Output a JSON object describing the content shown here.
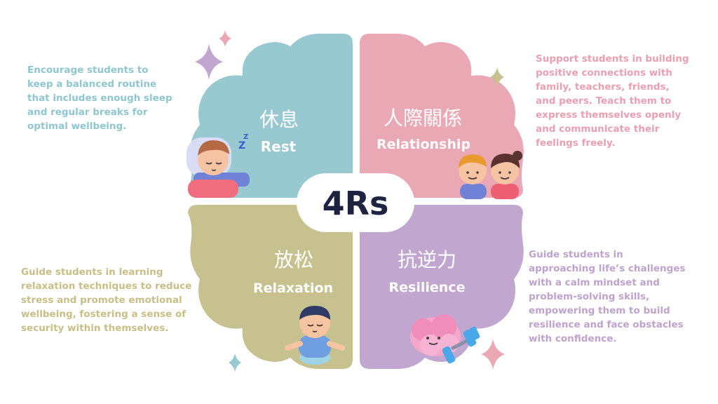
{
  "center": {
    "label": "4Rs"
  },
  "quadrants": [
    {
      "id": "rest",
      "title_zh": "休息",
      "title_en": "Rest",
      "color": "#98c9d1",
      "text_color": "#8ec7d0",
      "description": [
        "Encourage students to",
        "keep a balanced routine",
        "that includes enough sleep",
        "and regular breaks for",
        "optimal wellbeing."
      ]
    },
    {
      "id": "relationship",
      "title_zh": "人際關係",
      "title_en": "Relationship",
      "color": "#eaa8b5",
      "text_color": "#ec9fb0",
      "description": [
        "Support students in building",
        "positive connections with",
        "family, teachers, friends,",
        "and peers. Teach them to",
        "express themselves openly",
        "and communicate their",
        "feelings freely."
      ]
    },
    {
      "id": "relaxation",
      "title_zh": "放松",
      "title_en": "Relaxation",
      "color": "#c7c18f",
      "text_color": "#c9bf86",
      "description": [
        "Guide students in learning",
        "relaxation techniques to reduce",
        "stress and promote emotional",
        "wellbeing, fostering a sense of",
        "security within themselves."
      ]
    },
    {
      "id": "resilience",
      "title_zh": "抗逆力",
      "title_en": "Resilience",
      "color": "#c1a6cf",
      "text_color": "#c0a2cf",
      "description": [
        "Guide students in",
        "approaching life’s challenges",
        "with a calm mindset and",
        "problem-solving skills,",
        "empowering them to build",
        "resilience and face obstacles",
        "with confidence."
      ]
    }
  ],
  "icons": [
    "sleeping-child-icon",
    "two-friends-icon",
    "meditating-child-icon",
    "brain-dumbbell-icon",
    "sparkle-icon"
  ],
  "sleep_symbol": "Z"
}
